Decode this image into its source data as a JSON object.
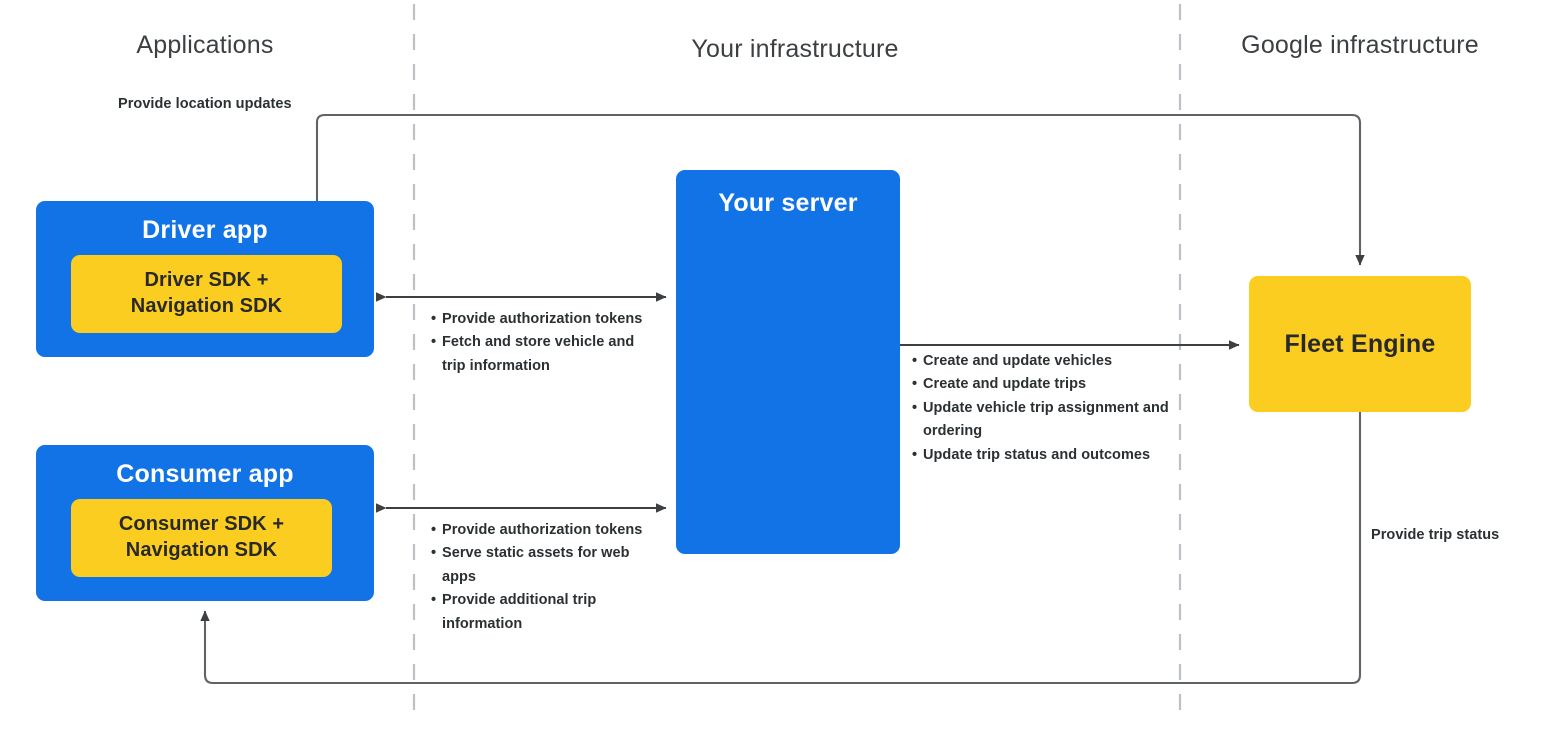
{
  "columns": {
    "applications": "Applications",
    "your_infrastructure": "Your infrastructure",
    "google_infrastructure": "Google infrastructure"
  },
  "boxes": {
    "driver_app": {
      "title": "Driver app",
      "sdk": "Driver SDK +\nNavigation SDK"
    },
    "consumer_app": {
      "title": "Consumer app",
      "sdk": "Consumer SDK +\nNavigation SDK"
    },
    "your_server": {
      "title": "Your server"
    },
    "fleet_engine": {
      "title": "Fleet Engine"
    }
  },
  "edges": {
    "location_updates_label": "Provide location updates",
    "trip_status_label": "Provide trip status",
    "driver_to_server": [
      "Provide authorization tokens",
      "Fetch and store vehicle and trip information"
    ],
    "consumer_to_server": [
      "Provide authorization tokens",
      "Serve static assets for web apps",
      "Provide additional trip information"
    ],
    "server_to_fleet_engine": [
      "Create and update vehicles",
      "Create and update trips",
      "Update vehicle trip assignment and ordering",
      "Update trip status and outcomes"
    ]
  },
  "colors": {
    "app_blue": "#1273e6",
    "sdk_yellow": "#fccd21",
    "line_gray": "#5f6368",
    "arrow_dark": "#3c4043",
    "divider_gray": "#bdc1c6",
    "header_text": "#3c4043",
    "body_text": "#2b3033"
  }
}
